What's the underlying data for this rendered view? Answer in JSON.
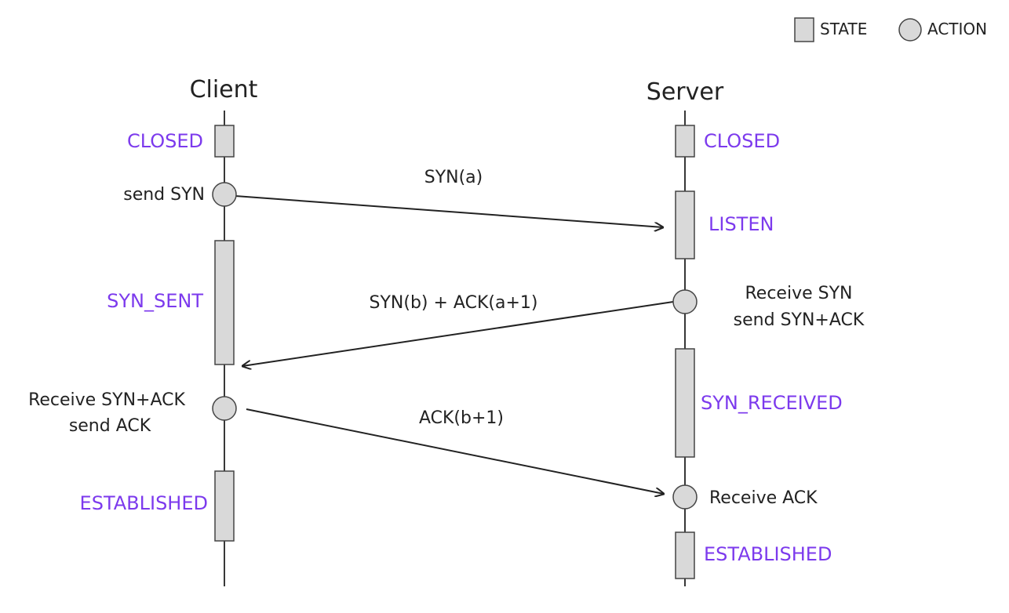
{
  "legend": {
    "state_label": "STATE",
    "action_label": "ACTION"
  },
  "colors": {
    "state_text": "#7c3aed",
    "action_text": "#222222",
    "box_fill": "#d9d9d9",
    "box_stroke": "#444444",
    "line": "#222222"
  },
  "client": {
    "title": "Client",
    "states": [
      "CLOSED",
      "SYN_SENT",
      "ESTABLISHED"
    ],
    "actions": [
      {
        "lines": [
          "send SYN"
        ]
      },
      {
        "lines": [
          "Receive SYN+ACK",
          "send ACK"
        ]
      }
    ]
  },
  "server": {
    "title": "Server",
    "states": [
      "CLOSED",
      "LISTEN",
      "SYN_RECEIVED",
      "ESTABLISHED"
    ],
    "actions": [
      {
        "lines": [
          "Receive SYN",
          "send SYN+ACK"
        ]
      },
      {
        "lines": [
          "Receive ACK"
        ]
      }
    ]
  },
  "messages": [
    {
      "label": "SYN(a)"
    },
    {
      "label": "SYN(b) + ACK(a+1)"
    },
    {
      "label": "ACK(b+1)"
    }
  ]
}
